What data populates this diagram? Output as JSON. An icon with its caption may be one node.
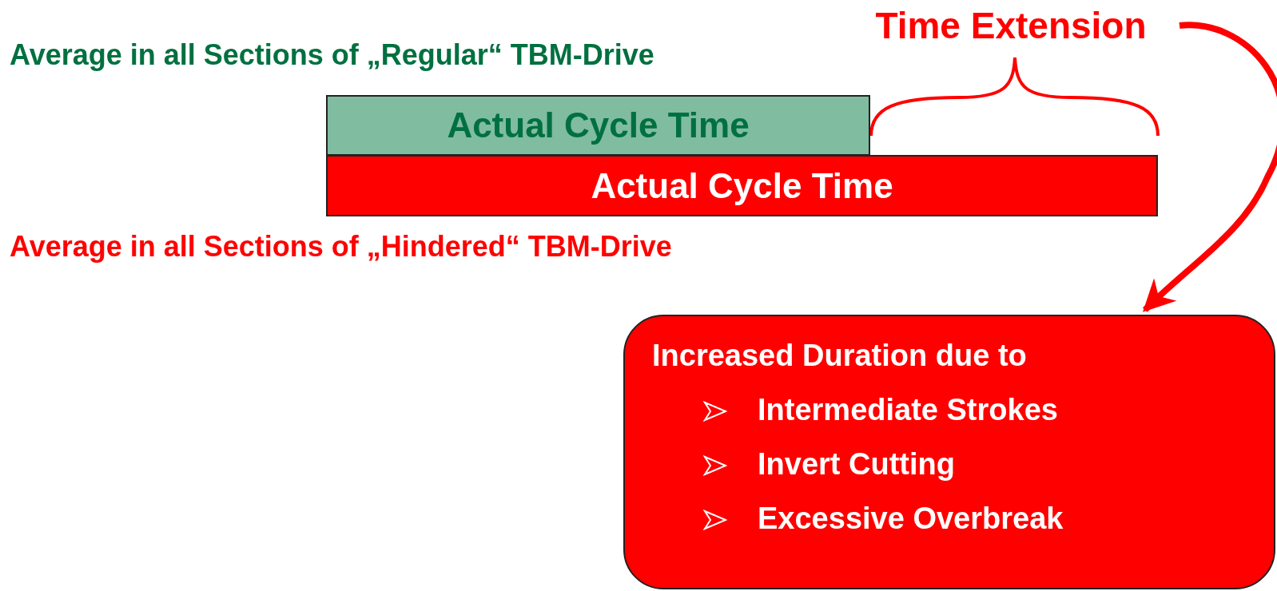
{
  "diagram": {
    "nodes": [
      {
        "text": [
          "Actual Cycle Time"
        ],
        "beside": [
          "Average in all Sections of „Regular“ TBM-Drive"
        ]
      },
      {
        "text": [
          "Actual Cycle Time"
        ],
        "beside": [
          "Average in all Sections of „Hindered“ TBM-Drive"
        ]
      },
      {
        "text": [
          "Time Extension"
        ]
      },
      {
        "text": [
          "Increased Duration due to",
          "Intermediate Strokes",
          "Invert Cutting",
          "Excessive Overbreak"
        ]
      }
    ],
    "edges": [
      {
        "from": 2,
        "to": 3,
        "arrow": "to"
      }
    ]
  }
}
